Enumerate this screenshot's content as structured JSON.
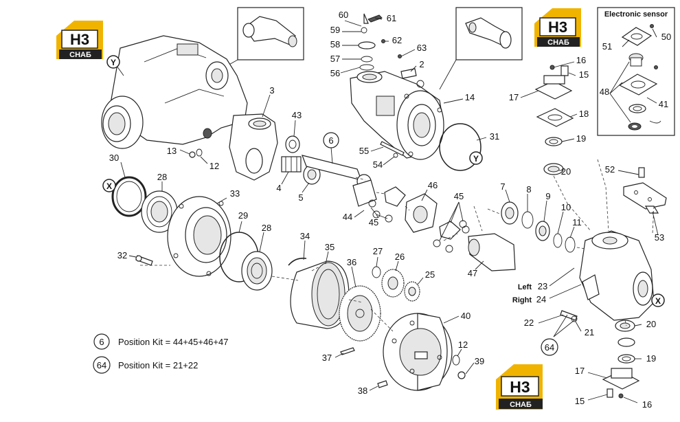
{
  "logos": [
    {
      "letters": "H3",
      "word": "CHAБ"
    },
    {
      "letters": "H3",
      "word": "CHAБ"
    },
    {
      "letters": "H3",
      "word": "CHAБ"
    }
  ],
  "inset_title": "Electronic sensor",
  "markers": {
    "x": "X",
    "y": "Y"
  },
  "labels": {
    "n2": "2",
    "n3": "3",
    "n4": "4",
    "n5": "5",
    "n6": "6",
    "n7": "7",
    "n8": "8",
    "n9": "9",
    "n10": "10",
    "n11": "11",
    "n12a": "12",
    "n12b": "12",
    "n13": "13",
    "n14": "14",
    "n15a": "15",
    "n15b": "15",
    "n16a": "16",
    "n16b": "16",
    "n17a": "17",
    "n17b": "17",
    "n18": "18",
    "n19a": "19",
    "n19b": "19",
    "n20a": "20",
    "n20b": "20",
    "n21": "21",
    "n22": "22",
    "n23": "23",
    "n24": "24",
    "n25": "25",
    "n26": "26",
    "n27": "27",
    "n28a": "28",
    "n28b": "28",
    "n29": "29",
    "n30": "30",
    "n31": "31",
    "n32": "32",
    "n33": "33",
    "n34": "34",
    "n35": "35",
    "n36": "36",
    "n37": "37",
    "n38": "38",
    "n39": "39",
    "n40": "40",
    "n41": "41",
    "n43": "43",
    "n44": "44",
    "n45a": "45",
    "n45b": "45",
    "n46": "46",
    "n47": "47",
    "n48": "48",
    "n50": "50",
    "n51": "51",
    "n52": "52",
    "n53": "53",
    "n54": "54",
    "n55": "55",
    "n56": "56",
    "n57": "57",
    "n58": "58",
    "n59": "59",
    "n60": "60",
    "n61": "61",
    "n62": "62",
    "n63": "63",
    "n64": "64"
  },
  "side_labels": {
    "left": "Left",
    "right": "Right"
  },
  "legend": [
    {
      "num": "6",
      "text": "Position Kit = 44+45+46+47"
    },
    {
      "num": "64",
      "text": "Position Kit = 21+22"
    }
  ]
}
